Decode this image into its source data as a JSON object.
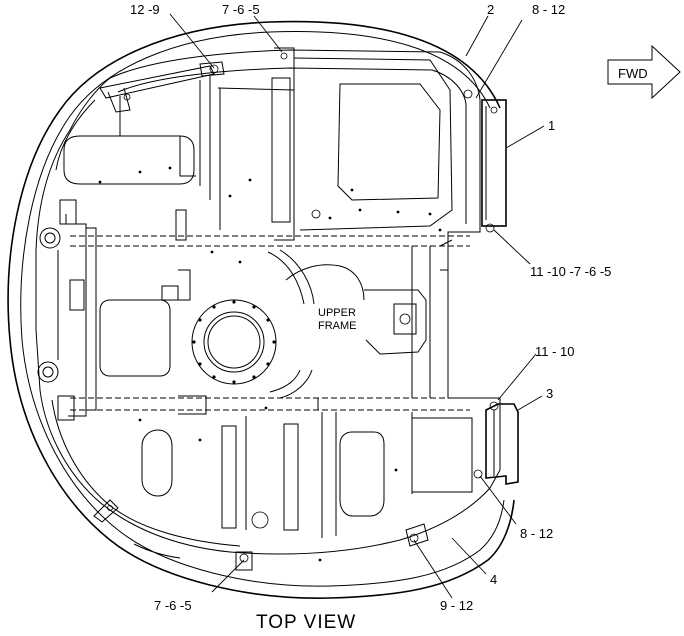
{
  "view_title": "TOP VIEW",
  "direction_arrow": {
    "label": "FWD"
  },
  "frame_label": {
    "line1": "UPPER",
    "line2": "FRAME"
  },
  "callouts": {
    "c_12_9": "12 -9",
    "c_7_6_5_top": "7 -6 -5",
    "c_2": "2",
    "c_8_12_top": "8 - 12",
    "c_1": "1",
    "c_11_10_7_6_5": "11 -10 -7 -6 -5",
    "c_11_10": "11 - 10",
    "c_3": "3",
    "c_8_12_bottom": "8 - 12",
    "c_4": "4",
    "c_9_12": "9 - 12",
    "c_7_6_5_bottom": "7 -6 -5"
  }
}
